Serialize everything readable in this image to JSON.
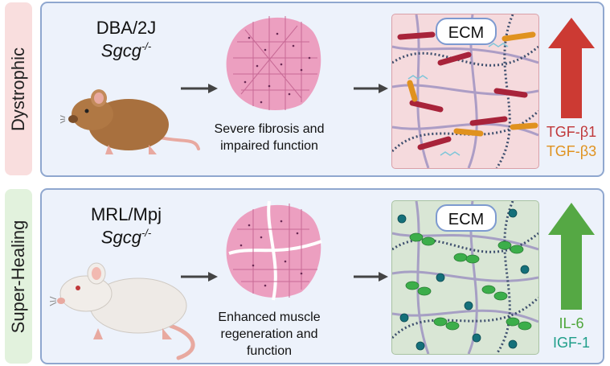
{
  "rows": [
    {
      "side_label": "Dystrophic",
      "strain_name": "DBA/2J",
      "genotype": "Sgcg",
      "genotype_sup": "-/-",
      "caption_lines": [
        "Severe fibrosis and",
        "impaired function"
      ],
      "ecm_label": "ECM",
      "factors": [
        {
          "text": "TGF-β1",
          "color": "#c0383a"
        },
        {
          "text": "TGF-β3",
          "color": "#e0921f"
        }
      ],
      "arrow_color": "#cc3a33",
      "tab_color": "#f9dede",
      "ecm_bg": "#f5dadd"
    },
    {
      "side_label": "Super-Healing",
      "strain_name": "MRL/Mpj",
      "genotype": "Sgcg",
      "genotype_sup": "-/-",
      "caption_lines": [
        "Enhanced muscle",
        "regeneration and",
        "function"
      ],
      "ecm_label": "ECM",
      "factors": [
        {
          "text": "IL-6",
          "color": "#4ea63a"
        },
        {
          "text": "IGF-1",
          "color": "#1f9e8a"
        }
      ],
      "arrow_color": "#55a844",
      "tab_color": "#e2f2dd",
      "ecm_bg": "#d9e6d5"
    }
  ]
}
